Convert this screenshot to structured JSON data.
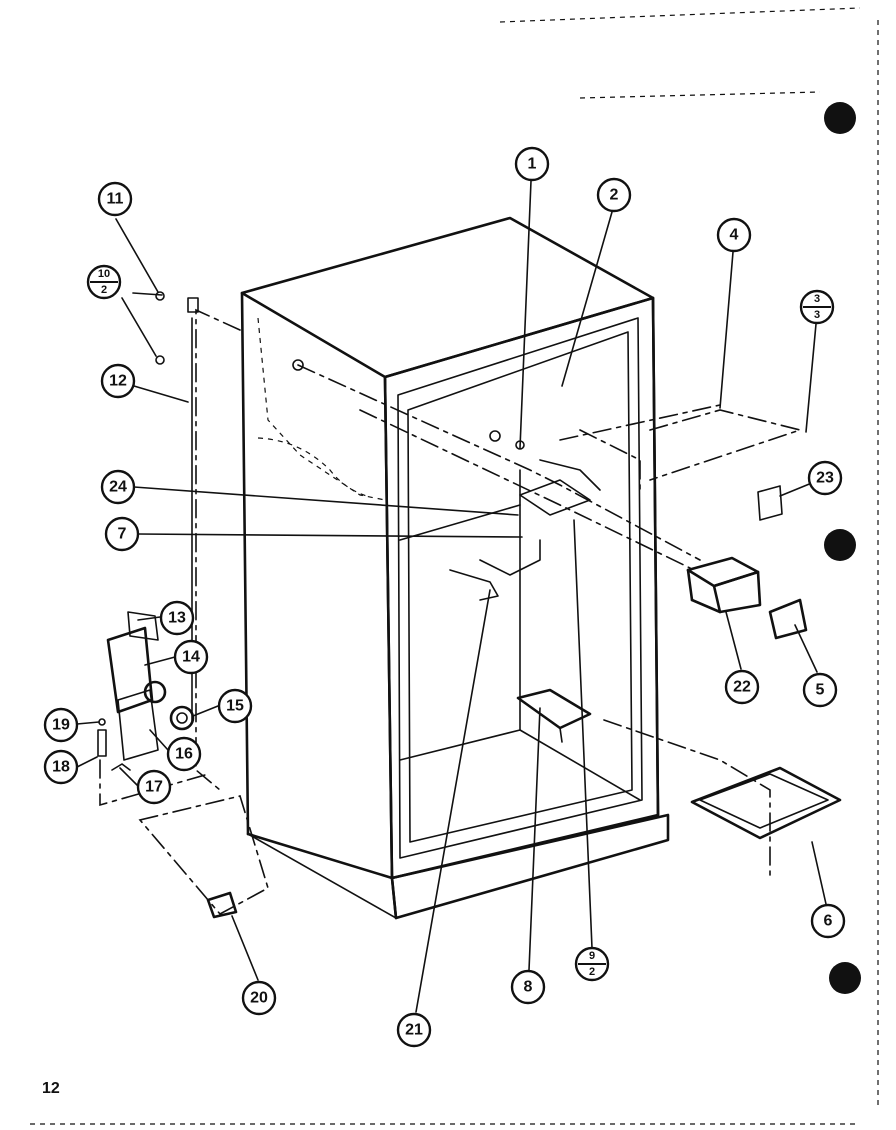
{
  "page": {
    "number": "12"
  },
  "callouts": [
    {
      "id": "c1",
      "label": "1"
    },
    {
      "id": "c2",
      "label": "2"
    },
    {
      "id": "c3",
      "top": "3",
      "bottom": "3"
    },
    {
      "id": "c4",
      "label": "4"
    },
    {
      "id": "c5",
      "label": "5"
    },
    {
      "id": "c6",
      "label": "6"
    },
    {
      "id": "c7",
      "label": "7"
    },
    {
      "id": "c8",
      "label": "8"
    },
    {
      "id": "c9",
      "top": "9",
      "bottom": "2"
    },
    {
      "id": "c10",
      "top": "10",
      "bottom": "2"
    },
    {
      "id": "c11",
      "label": "11"
    },
    {
      "id": "c12",
      "label": "12"
    },
    {
      "id": "c13",
      "label": "13"
    },
    {
      "id": "c14",
      "label": "14"
    },
    {
      "id": "c15",
      "label": "15"
    },
    {
      "id": "c16",
      "label": "16"
    },
    {
      "id": "c17",
      "label": "17"
    },
    {
      "id": "c18",
      "label": "18"
    },
    {
      "id": "c19",
      "label": "19"
    },
    {
      "id": "c20",
      "label": "20"
    },
    {
      "id": "c21",
      "label": "21"
    },
    {
      "id": "c22",
      "label": "22"
    },
    {
      "id": "c23",
      "label": "23"
    },
    {
      "id": "c24",
      "label": "24"
    }
  ]
}
